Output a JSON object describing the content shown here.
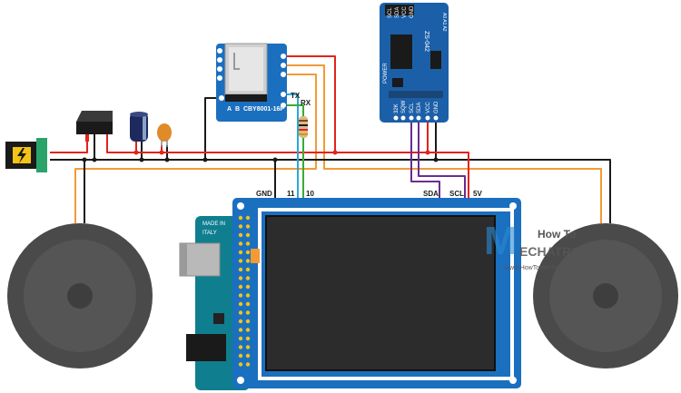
{
  "colors": {
    "wire_red": "#e2231a",
    "wire_black": "#1a1a1a",
    "wire_orange": "#f39a36",
    "wire_blue": "#2aa7d8",
    "wire_green": "#3aaa35",
    "wire_purple": "#6a2c91",
    "board_blue": "#1b6fbf",
    "arduino_teal": "#0f7f8f",
    "speaker_gray": "#4a4a4a",
    "brand_gray": "#555555",
    "brand_blue": "#2a8ad4"
  },
  "mp3_module": {
    "chip_label": "BY8001-16P",
    "pins_left": [
      "A",
      "B",
      "C"
    ],
    "tx_label": "TX",
    "rx_label": "RX"
  },
  "rtc_module": {
    "board_label": "ZS-042",
    "addr_label": "A0 A1 A2",
    "power_label": "POWER",
    "top_pins": [
      "SCL",
      "SDA",
      "VCC",
      "GND"
    ],
    "bottom_pins": [
      "32K",
      "SQW",
      "SCL",
      "SDA",
      "VCC",
      "GND"
    ]
  },
  "display_shield": {
    "pin_labels": {
      "gnd": "GND",
      "pin11": "11",
      "pin10": "10",
      "sda": "SDA",
      "scl": "SCL",
      "v5": "5V"
    }
  },
  "arduino": {
    "made_in": "MADE IN",
    "country": "ITALY"
  },
  "branding": {
    "how_to": "How To",
    "mecha_prefix": "M",
    "mecha_rest": "ECHATRONICS",
    "url": "www.HowToMechatronics.com"
  },
  "icons": {
    "power_jack": "power-jack-icon",
    "switch": "rocker-switch-icon",
    "capacitor": "electrolytic-capacitor-icon",
    "ceramic_capacitor": "ceramic-capacitor-icon",
    "resistor": "resistor-icon",
    "speaker_left": "speaker-icon",
    "speaker_right": "speaker-icon"
  }
}
